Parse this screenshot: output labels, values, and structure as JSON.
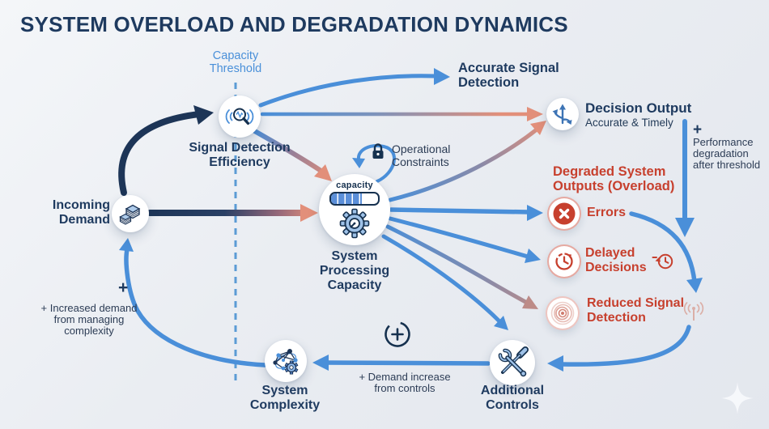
{
  "title": "SYSTEM OVERLOAD AND DEGRADATION DYNAMICS",
  "colors": {
    "navy": "#1e3a5f",
    "blue_arrow": "#4a8fd9",
    "salmon_arrow": "#e28f7a",
    "alert_red": "#c7402e",
    "threshold_blue": "#5b9bd5",
    "background": "#eaedf2"
  },
  "threshold_label": "Capacity\nThreshold",
  "nodes": {
    "incoming_demand": {
      "label": "Incoming\nDemand"
    },
    "signal_detection": {
      "label": "Signal Detection\nEfficiency"
    },
    "processing": {
      "label": "System\nProcessing\nCapacity",
      "meter_label": "capacity",
      "meter_fill_style": "width:65%"
    },
    "decision_output": {
      "label": "Decision Output",
      "sublabel": "Accurate & Timely"
    },
    "additional_controls": {
      "label": "Additional\nControls"
    },
    "system_complexity": {
      "label": "System\nComplexity"
    }
  },
  "outcomes": {
    "accurate_signal_label": "Accurate Signal\nDetection",
    "degraded_header": "Degraded System\nOutputs (Overload)",
    "errors_label": "Errors",
    "delayed_label": "Delayed\nDecisions",
    "reduced_label": "Reduced Signal\nDetection"
  },
  "annotations": {
    "operational_constraints": "Operational\nConstraints",
    "performance_plus": "+",
    "performance_label": "Performance\ndegradation\nafter threshold",
    "increased_demand_plus": "+",
    "increased_demand_label": "+ Increased demand\nfrom managing\ncomplexity",
    "demand_increase_label": "+ Demand increase\nfrom controls"
  }
}
